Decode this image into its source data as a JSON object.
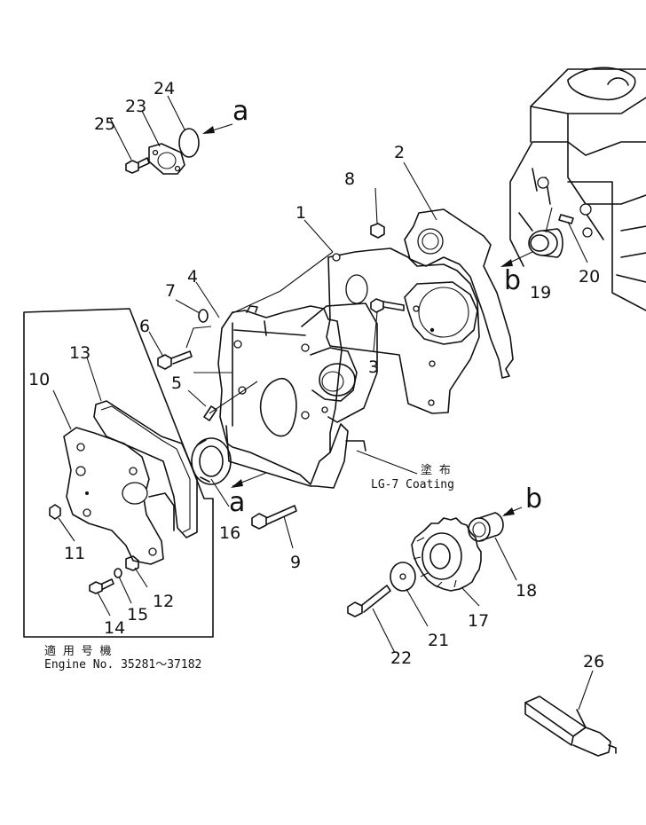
{
  "parts": [
    {
      "no": "1"
    },
    {
      "no": "2"
    },
    {
      "no": "3"
    },
    {
      "no": "4"
    },
    {
      "no": "5"
    },
    {
      "no": "6"
    },
    {
      "no": "7"
    },
    {
      "no": "8"
    },
    {
      "no": "9"
    },
    {
      "no": "10"
    },
    {
      "no": "11"
    },
    {
      "no": "12"
    },
    {
      "no": "13"
    },
    {
      "no": "14"
    },
    {
      "no": "15"
    },
    {
      "no": "16"
    },
    {
      "no": "17"
    },
    {
      "no": "18"
    },
    {
      "no": "19"
    },
    {
      "no": "20"
    },
    {
      "no": "21"
    },
    {
      "no": "22"
    },
    {
      "no": "23"
    },
    {
      "no": "24"
    },
    {
      "no": "25"
    },
    {
      "no": "26"
    }
  ],
  "refs": {
    "a_top": "a",
    "a_mid": "a",
    "b_right": "b",
    "b_gear": "b"
  },
  "coating_note": {
    "jp": "塗 布",
    "en": "LG-7  Coating"
  },
  "applicability": {
    "jp": "適 用 号 機",
    "en": "Engine  No.  35281～37182"
  }
}
